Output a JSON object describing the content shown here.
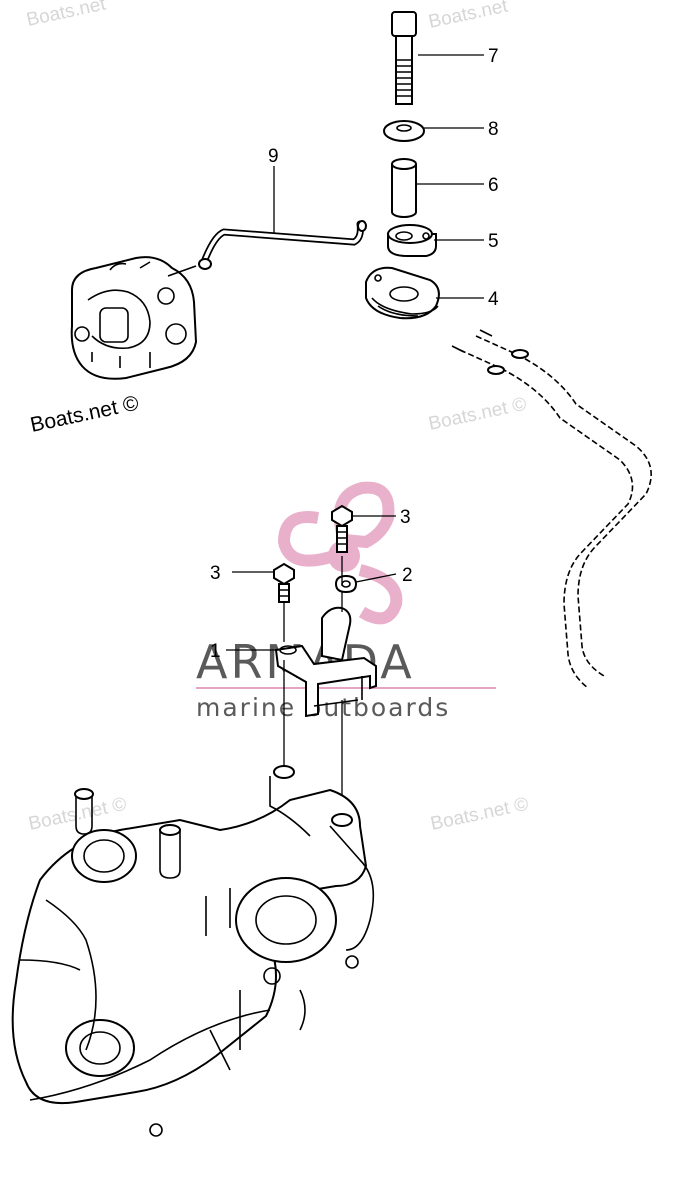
{
  "callouts": [
    {
      "id": "7",
      "label": "7"
    },
    {
      "id": "8",
      "label": "8"
    },
    {
      "id": "6",
      "label": "6"
    },
    {
      "id": "5",
      "label": "5"
    },
    {
      "id": "4",
      "label": "4"
    },
    {
      "id": "9",
      "label": "9"
    },
    {
      "id": "3a",
      "label": "3"
    },
    {
      "id": "3b",
      "label": "3"
    },
    {
      "id": "2",
      "label": "2"
    },
    {
      "id": "1",
      "label": "1"
    }
  ],
  "watermarks": {
    "top_left": "Boats.net",
    "top_right": "Boats.net",
    "carb": "Boats.net ©",
    "mid_right": "Boats.net ©",
    "low_left": "Boats.net ©",
    "low_right": "Boats.net ©"
  },
  "logo": {
    "brand": "ARMADA",
    "tagline": "marine outboards",
    "accent_color": "#e6a3c3",
    "text_color": "#5a5a5a"
  }
}
